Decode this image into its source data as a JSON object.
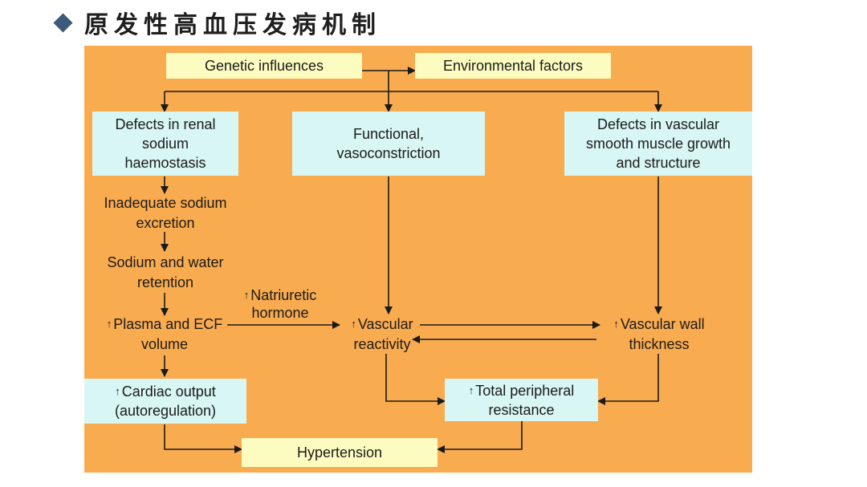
{
  "page": {
    "title": "原发性高血压发病机制"
  },
  "icons": {
    "bullet": "diamond-bullet-icon",
    "increase": "up-arrow-icon"
  },
  "colors": {
    "background": "#f9ab4f",
    "top_box": "#fdfcc0",
    "mechanism_box": "#d8f6f3",
    "bullet": "#3d5a7a"
  },
  "diagram": {
    "genetic": "Genetic influences",
    "environmental": "Environmental factors",
    "renal_defects": "Defects in renal sodium haemostasis",
    "functional": "Functional, vasoconstriction",
    "vascular_defects": "Defects in vascular smooth muscle growth and structure",
    "sodium_excretion": "Inadequate sodium excretion",
    "sodium_water": "Sodium and water retention",
    "natriuretic": "Natriuretic hormone",
    "plasma_volume": "Plasma and ECF volume",
    "vascular_reactivity": "Vascular reactivity",
    "vascular_wall": "Vascular wall thickness",
    "cardiac_output": "Cardiac output (autoregulation)",
    "peripheral_resistance": "Total peripheral resistance",
    "hypertension": "Hypertension"
  }
}
